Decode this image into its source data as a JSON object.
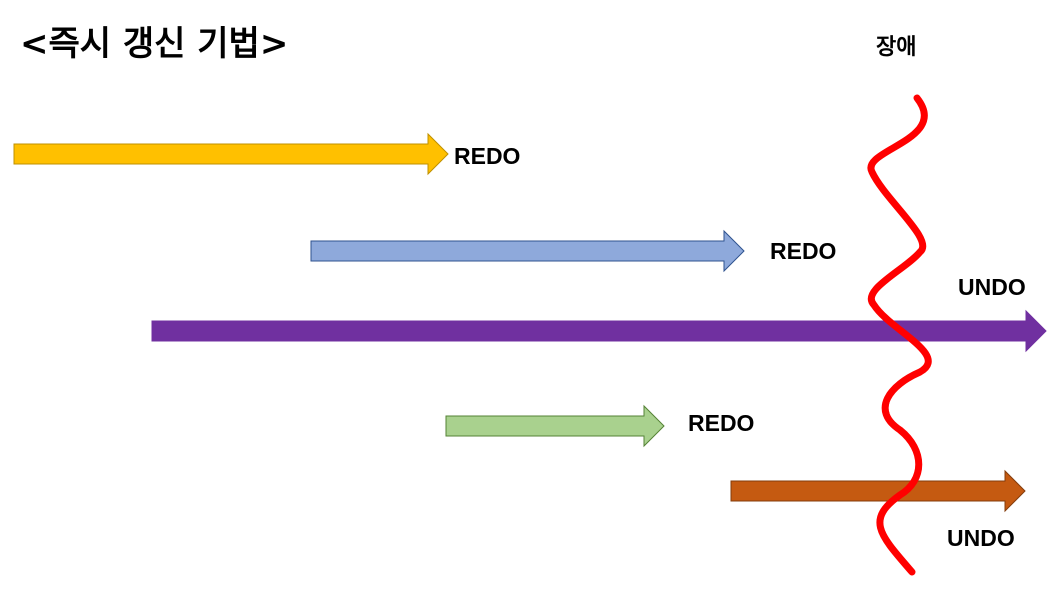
{
  "title": "<즉시 갱신 기법>",
  "failure": {
    "label": "장애",
    "color": "#FF0000"
  },
  "transactions": [
    {
      "label": "REDO",
      "color": "#FFC000",
      "outline": "#BF9000"
    },
    {
      "label": "REDO",
      "color": "#8EA9DB",
      "outline": "#2F528F"
    },
    {
      "label": "UNDO",
      "color": "#7030A0",
      "outline": "#7030A0"
    },
    {
      "label": "REDO",
      "color": "#A9D18E",
      "outline": "#548235"
    },
    {
      "label": "UNDO",
      "color": "#C55A11",
      "outline": "#843C0C"
    }
  ]
}
